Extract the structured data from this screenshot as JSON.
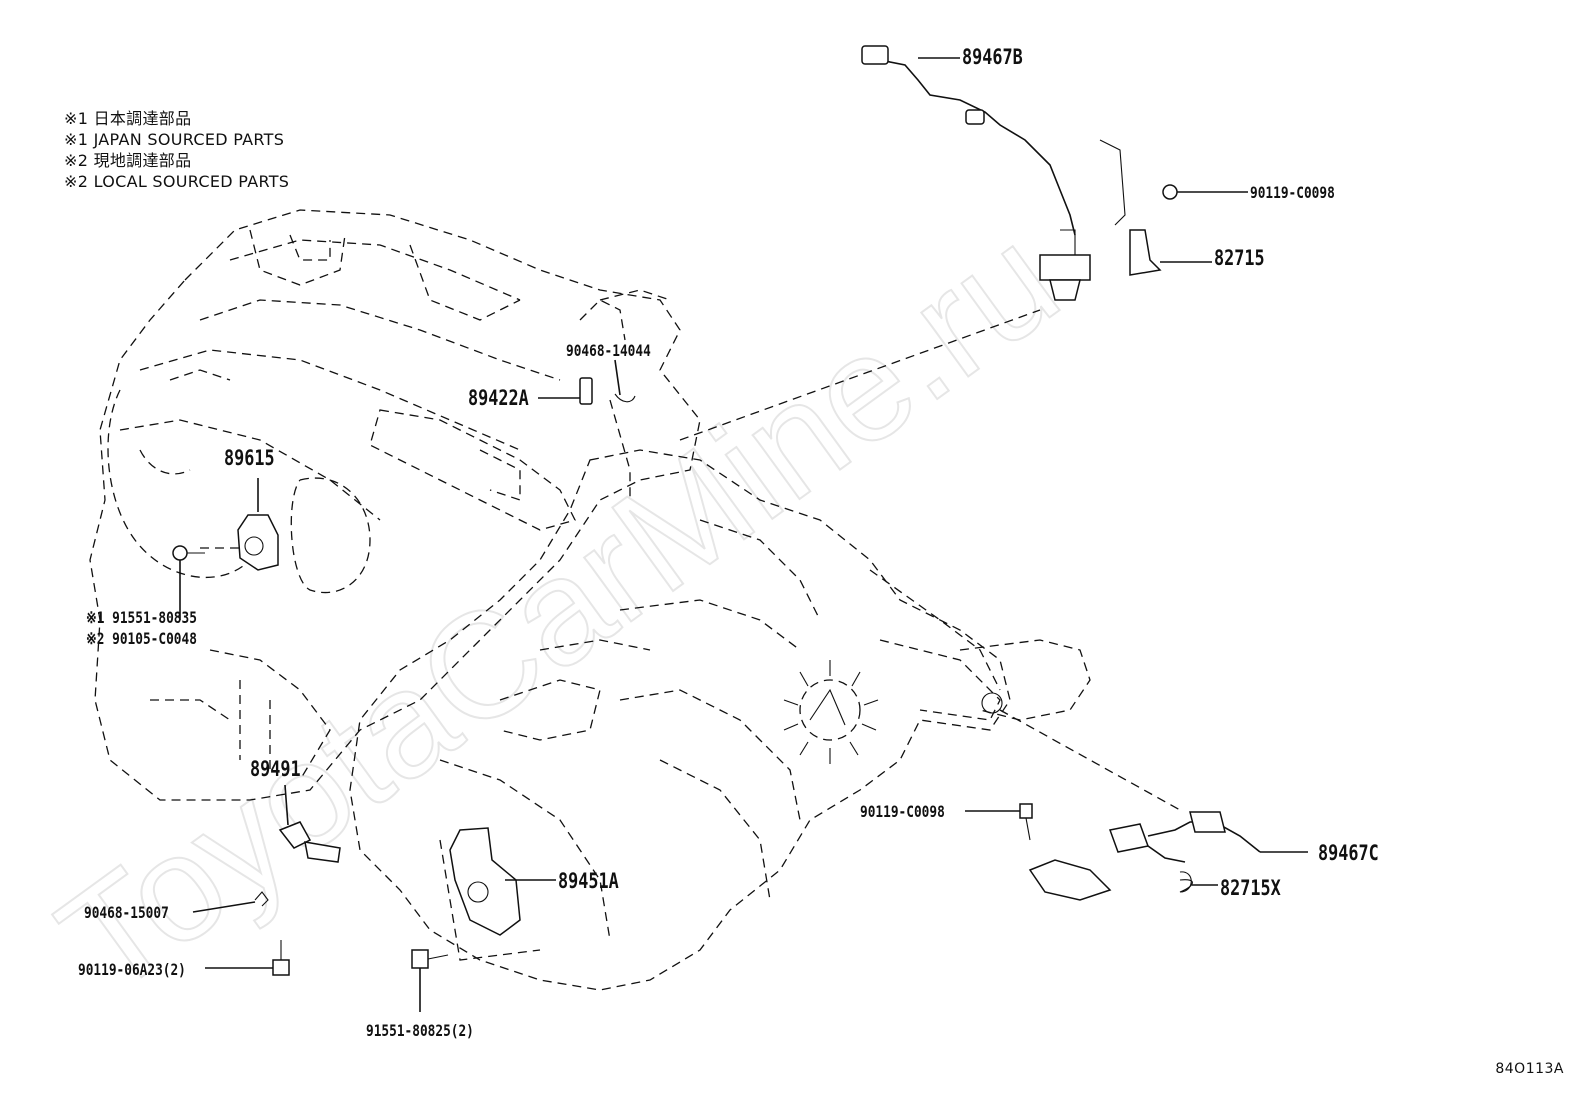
{
  "notes": {
    "line1": "※1 日本調達部品",
    "line2": "※1 JAPAN SOURCED PARTS",
    "line3": "※2 現地調達部品",
    "line4": "※2 LOCAL SOURCED PARTS"
  },
  "parts": {
    "p89467B": "89467B",
    "p90119_C0098_top": "90119-C0098",
    "p82715": "82715",
    "p90468_14044": "90468-14044",
    "p89422A": "89422A",
    "p89615": "89615",
    "p91551_80835": "※1 91551-80835",
    "p90105_C0048": "※2 90105-C0048",
    "p89491": "89491",
    "p90468_15007": "90468-15007",
    "p90119_06A23": "90119-06A23(2)",
    "p91551_80825": "91551-80825(2)",
    "p89451A": "89451A",
    "p90119_C0098_bottom": "90119-C0098",
    "p89467C": "89467C",
    "p82715X": "82715X"
  },
  "figure_code": "84O113A",
  "watermark": "ToyotaCarMine.ru"
}
